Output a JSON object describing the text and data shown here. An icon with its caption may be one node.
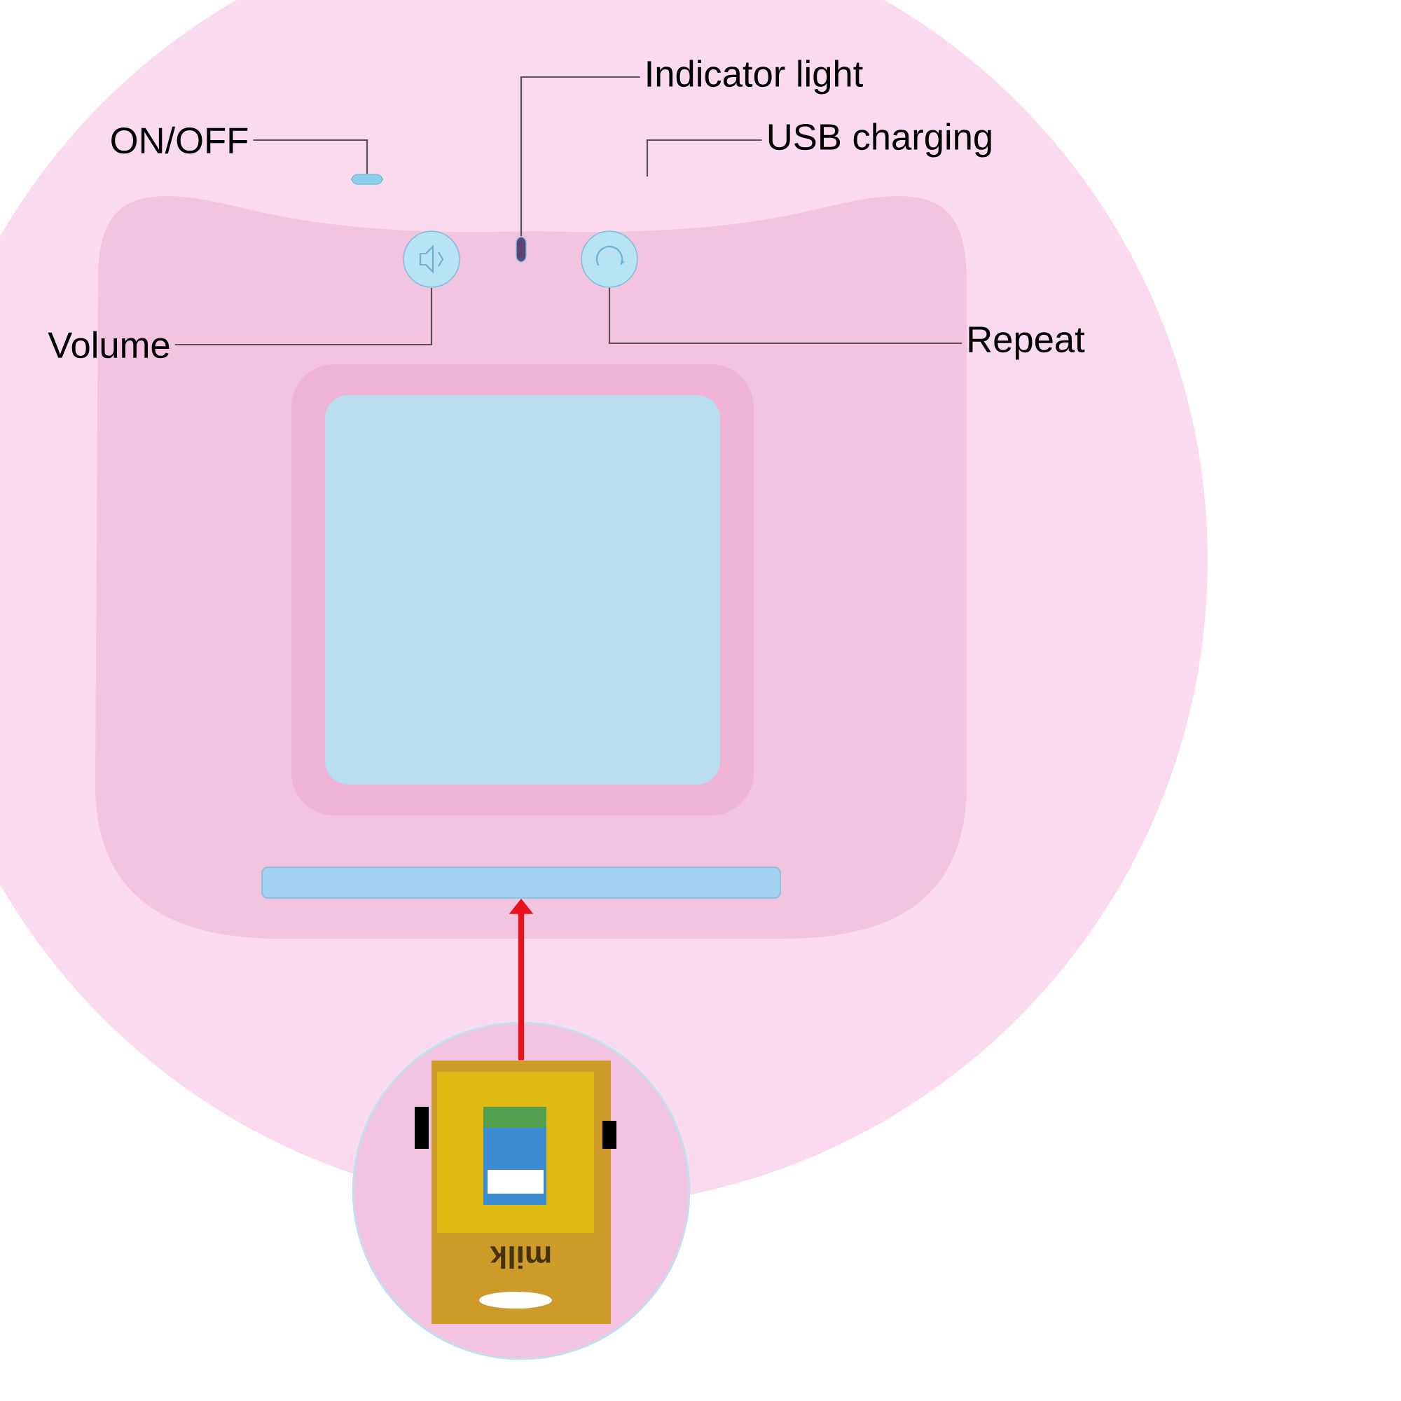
{
  "diagram": {
    "nodes": [
      {
        "text": [
          "ON/OFF"
        ]
      },
      {
        "text": [
          "Indicator light"
        ]
      },
      {
        "text": [
          "USB charging"
        ]
      },
      {
        "text": [
          "Volume"
        ]
      },
      {
        "text": [
          "Repeat"
        ]
      },
      {
        "text": [],
        "shape": "bar"
      },
      {
        "text": [],
        "shape": "bar"
      },
      {
        "text": [],
        "shape": "circle"
      },
      {
        "text": [],
        "shape": "circle"
      },
      {
        "text": [],
        "shape": "bar"
      },
      {
        "text": [
          "milk"
        ]
      }
    ],
    "edges": [
      {
        "from": 0,
        "to": 5,
        "arrow": "none"
      },
      {
        "from": 1,
        "to": 6,
        "arrow": "none"
      },
      {
        "from": 2,
        "to": null,
        "arrow": "none"
      },
      {
        "from": 3,
        "to": 7,
        "arrow": "none"
      },
      {
        "from": 4,
        "to": 8,
        "arrow": "none"
      },
      {
        "from": 10,
        "to": 9,
        "arrow": "to",
        "style": "thick",
        "color": "#e8141c"
      }
    ]
  }
}
